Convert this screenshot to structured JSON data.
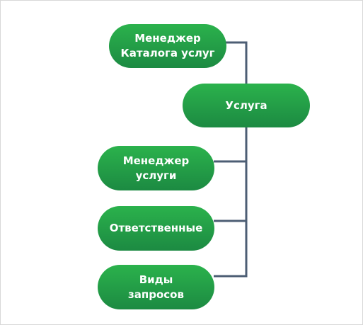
{
  "diagram": {
    "colors": {
      "node_fill": "#229a46",
      "connector": "#4d5e74",
      "border": "#d8d8d8"
    },
    "nodes": {
      "catalog_manager": "Менеджер\nКаталога услуг",
      "service": "Услуга",
      "service_manager": "Менеджер\nуслуги",
      "responsible": "Ответственные",
      "request_types": "Виды\nзапросов"
    }
  }
}
